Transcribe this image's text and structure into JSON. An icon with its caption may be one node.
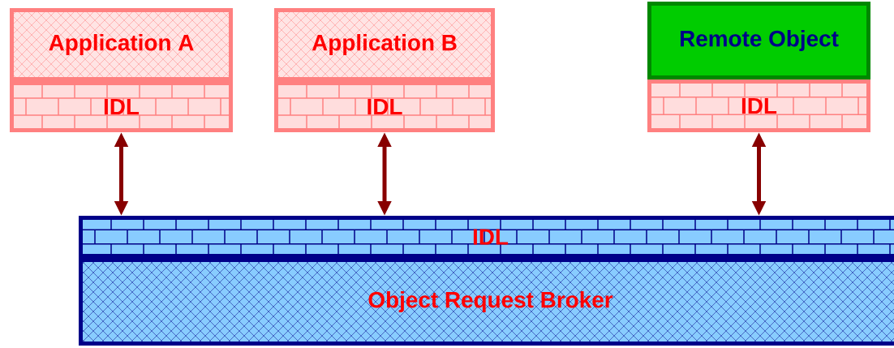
{
  "diagram": {
    "nodes": [
      {
        "text": [
          "Application A"
        ]
      },
      {
        "text": [
          "IDL"
        ]
      },
      {
        "text": [
          "Application B"
        ]
      },
      {
        "text": [
          "IDL"
        ]
      },
      {
        "text": [
          "Remote Object"
        ]
      },
      {
        "text": [
          "IDL"
        ]
      },
      {
        "text": [
          "IDL"
        ]
      },
      {
        "text": [
          "Object Request Broker"
        ]
      }
    ],
    "edges": [
      {
        "from": 1,
        "to": 6,
        "arrow": "both"
      },
      {
        "from": 3,
        "to": 6,
        "arrow": "both"
      },
      {
        "from": 5,
        "to": 6,
        "arrow": "both"
      }
    ]
  }
}
